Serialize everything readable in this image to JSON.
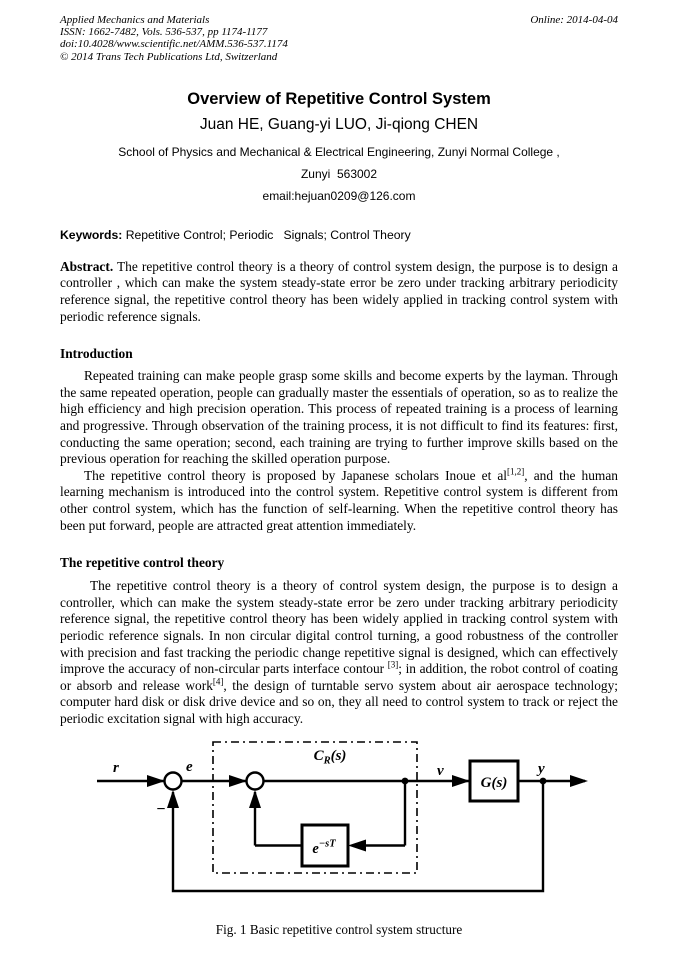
{
  "header": {
    "journal": "Applied Mechanics and Materials",
    "issn_line": "ISSN: 1662-7482, Vols. 536-537, pp 1174-1177",
    "doi_line": "doi:10.4028/www.scientific.net/AMM.536-537.1174",
    "copyright_line": "© 2014 Trans Tech Publications Ltd, Switzerland",
    "online_date": "Online: 2014-04-04"
  },
  "title_block": {
    "title": "Overview of Repetitive Control System",
    "authors": "Juan HE, Guang-yi LUO, Ji-qiong CHEN",
    "affiliation": "School of Physics and Mechanical & Electrical Engineering, Zunyi Normal College ,",
    "city_postcode": "Zunyi  563002",
    "email": "email:hejuan0209@126.com"
  },
  "keywords": {
    "label": "Keywords:",
    "text": " Repetitive Control; Periodic   Signals; Control Theory"
  },
  "abstract": {
    "label": "Abstract.",
    "text": " The repetitive control theory is a theory of control system design, the purpose is to design a controller , which can make the system steady-state error be zero under tracking arbitrary periodicity reference signal, the repetitive control theory has been widely applied in tracking control system with periodic reference signals."
  },
  "introduction": {
    "heading": "Introduction",
    "p1": "Repeated training can make people grasp some skills and become experts by the layman. Through the same repeated operation, people can gradually master the essentials of operation, so as to realize the high efficiency and high precision operation. This process of repeated training is a process of learning and progressive. Through observation of the training process, it is not difficult to find its features: first, conducting the same operation; second, each training are trying to further improve skills based on the previous operation for reaching the skilled operation purpose.",
    "p2_before_ref": "The repetitive control theory is proposed by Japanese scholars Inoue et al",
    "p2_ref": "[1,2]",
    "p2_after_ref": ", and the human learning mechanism is introduced into the control system. Repetitive control system is different from other control system, which has the function of self-learning. When the repetitive control theory has been put forward, people are attracted great attention immediately."
  },
  "theory": {
    "heading": "The repetitive control theory",
    "p1_part1": "The repetitive control theory is a theory of control system design, the purpose is to design a controller, which can make the system steady-state error be zero under tracking arbitrary periodicity reference signal, the repetitive control theory has been widely applied in tracking control system with periodic reference signals. In non circular digital control turning, a good robustness of the controller with precision and fast tracking the periodic change repetitive signal is designed, which can effectively improve the accuracy of non-circular parts interface contour ",
    "p1_ref1": "[3]",
    "p1_part2": "; in addition, the robot control of coating or absorb and release work",
    "p1_ref2": "[4]",
    "p1_part3": ", the design of turntable servo system about air aerospace technology; computer hard disk or disk drive device and so on, they all need to control system to track or reject the periodic excitation signal with high accuracy."
  },
  "figure": {
    "caption": "Fig. 1 Basic repetitive control system structure",
    "labels": {
      "input": "r",
      "error": "e",
      "minus": "−",
      "controller_base": "C",
      "controller_sub": "R",
      "controller_arg": "(s)",
      "control_signal": "v",
      "plant": "G(s)",
      "output": "y",
      "delay_base": "e",
      "delay_exp": "−sT"
    }
  }
}
